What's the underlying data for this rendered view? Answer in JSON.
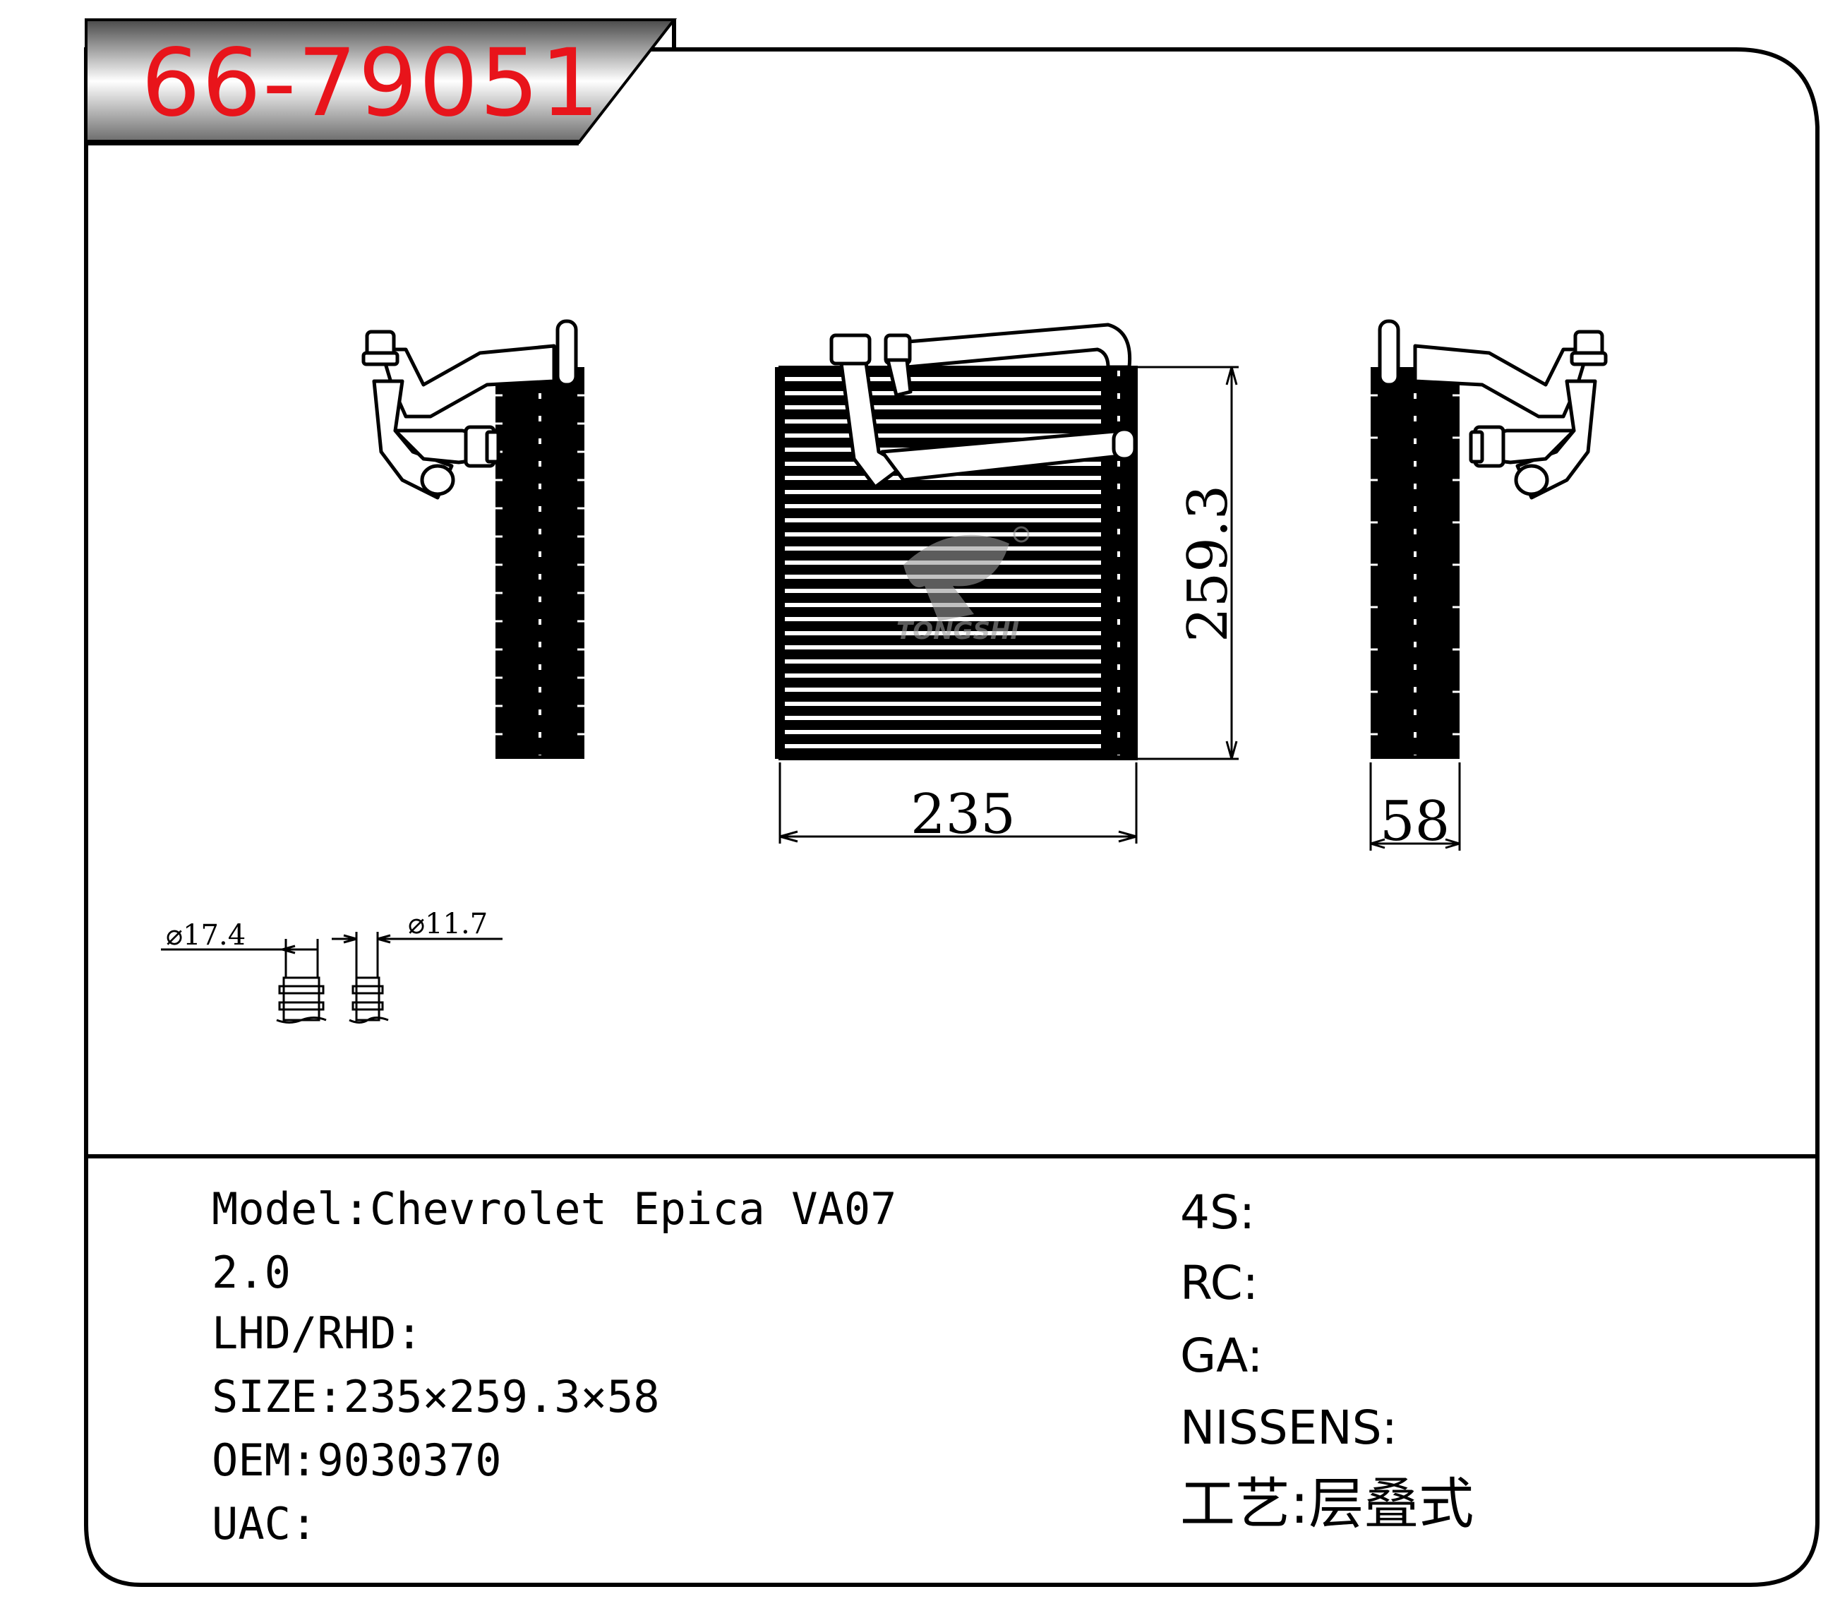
{
  "part_number": "66-79051",
  "specs": {
    "model_label": "Model:",
    "model_value": "Chevrolet Epica VA07 2.0",
    "lhd_rhd_label": "LHD/RHD:",
    "lhd_rhd_value": "",
    "size_label": "SIZE:",
    "size_value": "235×259.3×58",
    "oem_label": "OEM:",
    "oem_value": "9030370",
    "uac_label": "UAC:",
    "uac_value": ""
  },
  "refs": {
    "s4_label": "4S:",
    "rc_label": "RC:",
    "ga_label": "GA:",
    "nissens_label": "NISSENS:",
    "process_label": "工艺:",
    "process_value": "层叠式"
  },
  "dimensions": {
    "width": "235",
    "height": "259.3",
    "depth": "58",
    "fitting_large": "⌀17.4",
    "fitting_small": "⌀11.7"
  },
  "logo_text": "TONGSHI",
  "colors": {
    "part_number": "#e8141b",
    "line": "#000000",
    "banner_gradient_top": "#5a5a5a",
    "banner_gradient_mid": "#ffffff"
  }
}
